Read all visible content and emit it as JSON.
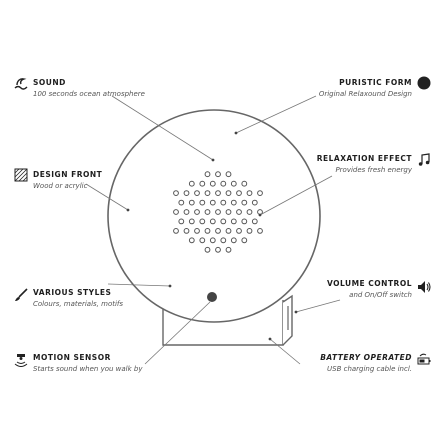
{
  "features": {
    "sound": {
      "title": "SOUND",
      "subtitle": "100 seconds ocean atmosphere",
      "icon": "wave-icon"
    },
    "design_front": {
      "title": "DESIGN FRONT",
      "subtitle": "Wood or acrylic",
      "icon": "wood-texture-icon"
    },
    "various_styles": {
      "title": "VARIOUS STYLES",
      "subtitle": "Colours, materials, motifs",
      "icon": "brush-icon"
    },
    "motion_sensor": {
      "title": "MOTION SENSOR",
      "subtitle": "Starts sound when you walk by",
      "icon": "motion-sensor-icon"
    },
    "puristic_form": {
      "title": "PURISTIC FORM",
      "subtitle": "Original Relaxound Design",
      "icon": "filled-circle-icon"
    },
    "relaxation_effect": {
      "title": "RELAXATION EFFECT",
      "subtitle": "Provides fresh energy",
      "icon": "music-note-icon"
    },
    "volume_control": {
      "title": "VOLUME CONTROL",
      "subtitle": "and On/Off switch",
      "icon": "speaker-icon"
    },
    "battery_operated": {
      "title": "BATTERY OPERATED",
      "subtitle": "USB charging cable incl.",
      "icon": "battery-icon"
    }
  },
  "colors": {
    "line": "#6a6a6a",
    "text": "#1e1e1e",
    "subtext": "#555555"
  }
}
